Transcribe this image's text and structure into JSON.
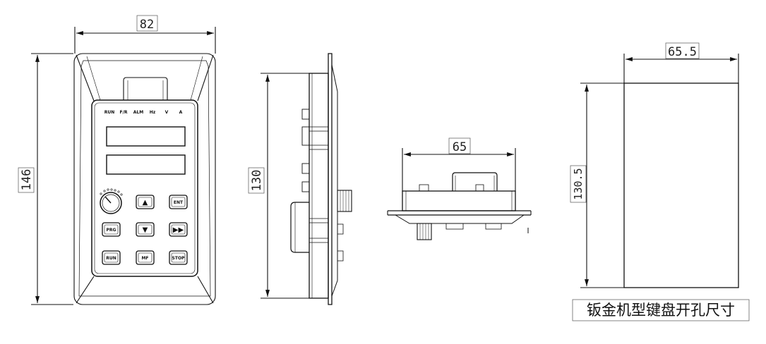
{
  "front_view": {
    "width_dim": "82",
    "height_dim": "146",
    "indicators": [
      "RUN",
      "F/R",
      "ALM",
      "Hz",
      "V",
      "A"
    ],
    "buttons": {
      "up": "▲",
      "enter": "ENT",
      "program": "PRG",
      "down": "▼",
      "shift": "▶▶",
      "run": "RUN",
      "multi_function": "MF",
      "stop": "STOP"
    }
  },
  "side_view": {
    "height_dim": "130"
  },
  "top_view": {
    "width_dim": "65"
  },
  "cutout": {
    "width_dim": "65.5",
    "height_dim": "130.5",
    "caption": "钣金机型键盘开孔尺寸"
  }
}
